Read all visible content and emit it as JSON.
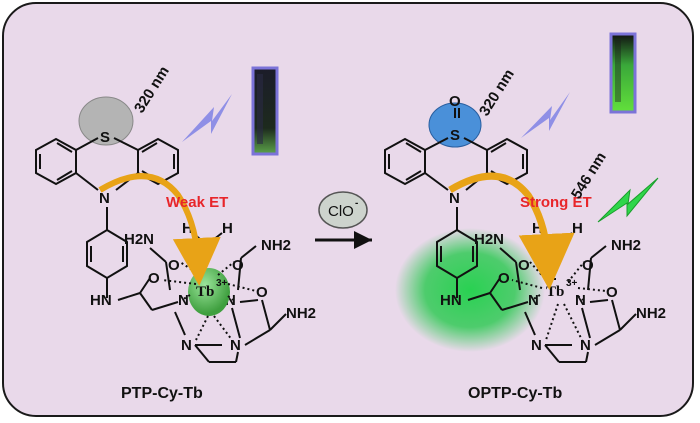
{
  "left": {
    "wavelength": "320 nm",
    "et_label": "Weak ET",
    "sulfur": "S",
    "nitrogen": "N",
    "hn": "HN",
    "h2n": "H2N",
    "nh2_top": "NH2",
    "nh2_right": "NH2",
    "o": "O",
    "h": "H",
    "tb": "Tb",
    "tb_charge": "3+",
    "name": "PTP-Cy-Tb"
  },
  "reagent": {
    "label": "ClO",
    "charge": "-"
  },
  "right": {
    "wavelength": "320 nm",
    "emission": "546 nm",
    "et_label": "Strong ET",
    "sulfur": "S",
    "oxygen": "O",
    "nitrogen": "N",
    "hn": "HN",
    "h2n": "H2N",
    "nh2_top": "NH2",
    "nh2_right": "NH2",
    "o": "O",
    "h": "H",
    "tb": "Tb",
    "tb_charge": "3+",
    "name": "OPTP-Cy-Tb"
  },
  "colors": {
    "background": "#e9d9ea",
    "weak_et": "#e8252a",
    "arrow_yellow": "#e8a317",
    "tb_green": "#5cb85c",
    "emission_green": "#2fd64a",
    "sulfoxide_blue": "#4a90d9",
    "lightning": "#8f8fe6"
  }
}
